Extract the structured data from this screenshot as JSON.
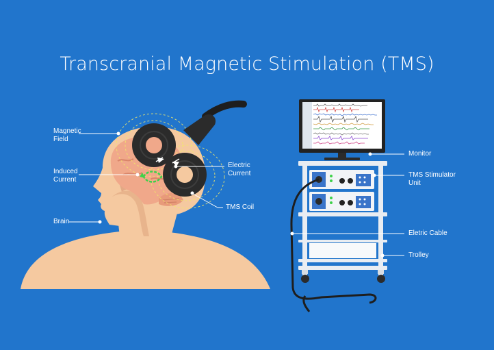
{
  "title": "Transcranial Magnetic Stimulation (TMS)",
  "labels": {
    "magnetic_field": [
      "Magnetic",
      "Field"
    ],
    "induced_current": [
      "Induced",
      "Current"
    ],
    "brain": "Brain",
    "electric_current": [
      "Electric",
      "Current"
    ],
    "tms_coil": "TMS Coil",
    "monitor": "Monitor",
    "stimulator_unit": [
      "TMS Stimulator",
      "Unit"
    ],
    "electric_cable": "Eletric Cable",
    "trolley": "Trolley"
  },
  "colors": {
    "background": "#2175cc",
    "skin": "#f5c9a0",
    "brain": "#f0a88a",
    "coil": "#2b2b2b",
    "field": "#f2e86a",
    "current": "#3fd14a",
    "device": "#f2f4f7",
    "panel_blue": "#3a74c9"
  }
}
